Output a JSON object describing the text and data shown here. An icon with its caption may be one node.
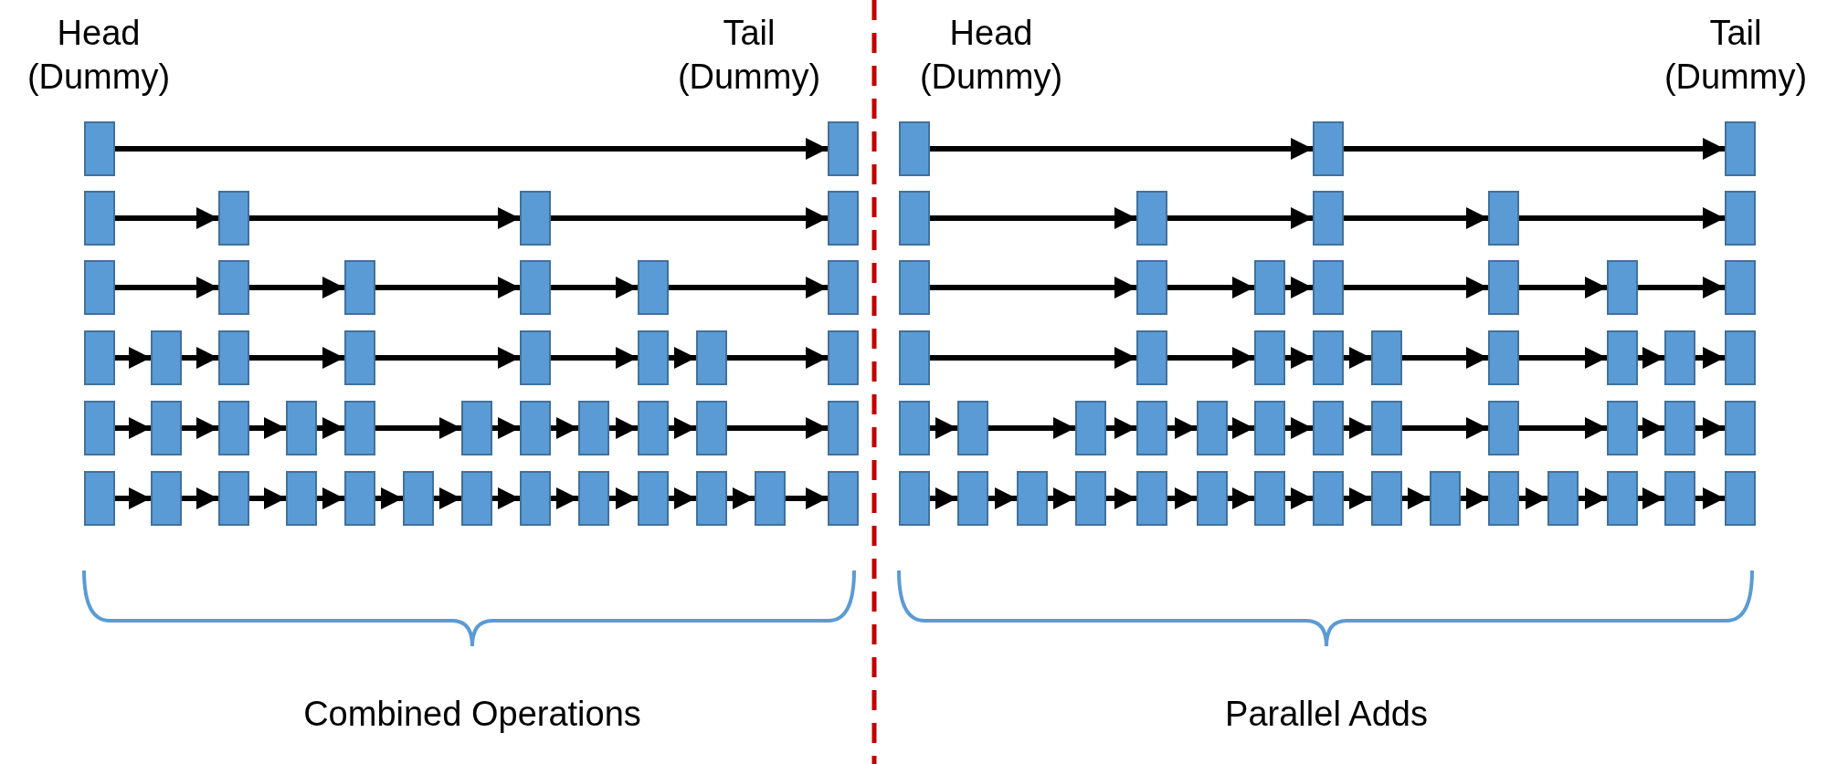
{
  "diagram": {
    "nodes": [
      {
        "text": [],
        "shape": "box"
      },
      {
        "text": [],
        "shape": "box"
      },
      {
        "text": [],
        "shape": "box"
      },
      {
        "text": [],
        "shape": "box"
      },
      {
        "text": [],
        "shape": "box"
      },
      {
        "text": [],
        "shape": "box"
      },
      {
        "text": [],
        "shape": "box"
      },
      {
        "text": [],
        "shape": "box"
      },
      {
        "text": [],
        "shape": "box"
      },
      {
        "text": [],
        "shape": "box"
      },
      {
        "text": [],
        "shape": "box"
      },
      {
        "text": [],
        "shape": "box"
      },
      {
        "text": [],
        "shape": "box"
      },
      {
        "text": [],
        "shape": "box"
      },
      {
        "text": [],
        "shape": "box"
      },
      {
        "text": [],
        "shape": "box"
      },
      {
        "text": [],
        "shape": "box"
      },
      {
        "text": [],
        "shape": "box"
      },
      {
        "text": [],
        "shape": "box"
      },
      {
        "text": [],
        "shape": "box"
      },
      {
        "text": [],
        "shape": "box"
      },
      {
        "text": [],
        "shape": "box"
      },
      {
        "text": [],
        "shape": "box"
      },
      {
        "text": [],
        "shape": "box"
      },
      {
        "text": [],
        "shape": "box"
      },
      {
        "text": [],
        "shape": "box"
      },
      {
        "text": [],
        "shape": "box"
      },
      {
        "text": [],
        "shape": "box"
      },
      {
        "text": [],
        "shape": "box"
      },
      {
        "text": [],
        "shape": "box"
      },
      {
        "text": [],
        "shape": "box"
      },
      {
        "text": [],
        "shape": "box"
      },
      {
        "text": [],
        "shape": "box"
      },
      {
        "text": [],
        "shape": "box"
      },
      {
        "text": [],
        "shape": "box"
      },
      {
        "text": [],
        "shape": "box"
      },
      {
        "text": [],
        "shape": "box"
      },
      {
        "text": [],
        "shape": "box"
      },
      {
        "text": [],
        "shape": "box"
      },
      {
        "text": [],
        "shape": "box"
      },
      {
        "text": [],
        "shape": "box"
      },
      {
        "text": [],
        "shape": "box"
      },
      {
        "text": [],
        "shape": "box"
      },
      {
        "text": [],
        "shape": "box"
      },
      {
        "text": [],
        "shape": "box"
      },
      {
        "text": [],
        "shape": "box"
      },
      {
        "text": [],
        "shape": "box"
      },
      {
        "text": [],
        "shape": "box"
      },
      {
        "text": [],
        "shape": "box"
      },
      {
        "text": [],
        "shape": "box"
      },
      {
        "text": [],
        "shape": "box"
      },
      {
        "text": [],
        "shape": "box"
      },
      {
        "text": [],
        "shape": "box"
      },
      {
        "text": [],
        "shape": "box"
      },
      {
        "text": [],
        "shape": "box"
      },
      {
        "text": [],
        "shape": "box"
      },
      {
        "text": [],
        "shape": "box"
      },
      {
        "text": [],
        "shape": "box"
      },
      {
        "text": [],
        "shape": "box"
      },
      {
        "text": [],
        "shape": "box"
      },
      {
        "text": [],
        "shape": "box"
      },
      {
        "text": [],
        "shape": "box"
      },
      {
        "text": [],
        "shape": "box"
      },
      {
        "text": [],
        "shape": "box"
      },
      {
        "text": [],
        "shape": "box"
      },
      {
        "text": [],
        "shape": "box"
      },
      {
        "text": [],
        "shape": "box"
      },
      {
        "text": [],
        "shape": "box"
      },
      {
        "text": [],
        "shape": "box"
      },
      {
        "text": [],
        "shape": "box"
      },
      {
        "text": [],
        "shape": "box"
      },
      {
        "text": [],
        "shape": "box"
      },
      {
        "text": [],
        "shape": "box"
      },
      {
        "text": [],
        "shape": "box"
      },
      {
        "text": [],
        "shape": "box"
      },
      {
        "text": [],
        "shape": "box"
      },
      {
        "text": [],
        "shape": "box"
      },
      {
        "text": [],
        "shape": "box"
      },
      {
        "text": [],
        "shape": "box"
      },
      {
        "text": [],
        "shape": "box"
      },
      {
        "text": [],
        "shape": "box"
      },
      {
        "text": [],
        "shape": "box"
      },
      {
        "text": [],
        "shape": "box"
      },
      {
        "text": [],
        "shape": "box"
      },
      {
        "text": [],
        "shape": "box"
      },
      {
        "text": [],
        "shape": "box"
      },
      {
        "text": [],
        "shape": "box"
      },
      {
        "text": [],
        "shape": "box"
      },
      {
        "text": [],
        "shape": "box"
      },
      {
        "text": [],
        "shape": "box"
      },
      {
        "text": [],
        "shape": "box"
      },
      {
        "text": [],
        "shape": "box"
      },
      {
        "text": [],
        "shape": "box"
      },
      {
        "text": [],
        "shape": "box"
      },
      {
        "text": [],
        "shape": "box"
      }
    ],
    "edges": [
      {
        "from": 0,
        "to": 1,
        "arrow": "to"
      },
      {
        "from": 2,
        "to": 3,
        "arrow": "to"
      },
      {
        "from": 3,
        "to": 4,
        "arrow": "to"
      },
      {
        "from": 4,
        "to": 5,
        "arrow": "to"
      },
      {
        "from": 6,
        "to": 7,
        "arrow": "to"
      },
      {
        "from": 7,
        "to": 8,
        "arrow": "to"
      },
      {
        "from": 8,
        "to": 9,
        "arrow": "to"
      },
      {
        "from": 9,
        "to": 10,
        "arrow": "to"
      },
      {
        "from": 10,
        "to": 11,
        "arrow": "to"
      },
      {
        "from": 12,
        "to": 13,
        "arrow": "to"
      },
      {
        "from": 13,
        "to": 14,
        "arrow": "to"
      },
      {
        "from": 14,
        "to": 15,
        "arrow": "to"
      },
      {
        "from": 15,
        "to": 16,
        "arrow": "to"
      },
      {
        "from": 16,
        "to": 17,
        "arrow": "to"
      },
      {
        "from": 17,
        "to": 18,
        "arrow": "to"
      },
      {
        "from": 18,
        "to": 19,
        "arrow": "to"
      },
      {
        "from": 20,
        "to": 21,
        "arrow": "to"
      },
      {
        "from": 21,
        "to": 22,
        "arrow": "to"
      },
      {
        "from": 22,
        "to": 23,
        "arrow": "to"
      },
      {
        "from": 23,
        "to": 24,
        "arrow": "to"
      },
      {
        "from": 24,
        "to": 25,
        "arrow": "to"
      },
      {
        "from": 25,
        "to": 26,
        "arrow": "to"
      },
      {
        "from": 26,
        "to": 27,
        "arrow": "to"
      },
      {
        "from": 27,
        "to": 28,
        "arrow": "to"
      },
      {
        "from": 28,
        "to": 29,
        "arrow": "to"
      },
      {
        "from": 29,
        "to": 30,
        "arrow": "to"
      },
      {
        "from": 31,
        "to": 32,
        "arrow": "to"
      },
      {
        "from": 32,
        "to": 33,
        "arrow": "to"
      },
      {
        "from": 33,
        "to": 34,
        "arrow": "to"
      },
      {
        "from": 34,
        "to": 35,
        "arrow": "to"
      },
      {
        "from": 35,
        "to": 36,
        "arrow": "to"
      },
      {
        "from": 36,
        "to": 37,
        "arrow": "to"
      },
      {
        "from": 37,
        "to": 38,
        "arrow": "to"
      },
      {
        "from": 38,
        "to": 39,
        "arrow": "to"
      },
      {
        "from": 39,
        "to": 40,
        "arrow": "to"
      },
      {
        "from": 40,
        "to": 41,
        "arrow": "to"
      },
      {
        "from": 41,
        "to": 42,
        "arrow": "to"
      },
      {
        "from": 42,
        "to": 43,
        "arrow": "to"
      },
      {
        "from": 44,
        "to": 45,
        "arrow": "to"
      },
      {
        "from": 45,
        "to": 46,
        "arrow": "to"
      },
      {
        "from": 47,
        "to": 48,
        "arrow": "to"
      },
      {
        "from": 48,
        "to": 49,
        "arrow": "to"
      },
      {
        "from": 49,
        "to": 50,
        "arrow": "to"
      },
      {
        "from": 50,
        "to": 51,
        "arrow": "to"
      },
      {
        "from": 52,
        "to": 53,
        "arrow": "to"
      },
      {
        "from": 53,
        "to": 54,
        "arrow": "to"
      },
      {
        "from": 54,
        "to": 55,
        "arrow": "to"
      },
      {
        "from": 55,
        "to": 56,
        "arrow": "to"
      },
      {
        "from": 56,
        "to": 57,
        "arrow": "to"
      },
      {
        "from": 57,
        "to": 58,
        "arrow": "to"
      },
      {
        "from": 59,
        "to": 60,
        "arrow": "to"
      },
      {
        "from": 60,
        "to": 61,
        "arrow": "to"
      },
      {
        "from": 61,
        "to": 62,
        "arrow": "to"
      },
      {
        "from": 62,
        "to": 63,
        "arrow": "to"
      },
      {
        "from": 63,
        "to": 64,
        "arrow": "to"
      },
      {
        "from": 64,
        "to": 65,
        "arrow": "to"
      },
      {
        "from": 65,
        "to": 66,
        "arrow": "to"
      },
      {
        "from": 66,
        "to": 67,
        "arrow": "to"
      },
      {
        "from": 68,
        "to": 69,
        "arrow": "to"
      },
      {
        "from": 69,
        "to": 70,
        "arrow": "to"
      },
      {
        "from": 70,
        "to": 71,
        "arrow": "to"
      },
      {
        "from": 71,
        "to": 72,
        "arrow": "to"
      },
      {
        "from": 72,
        "to": 73,
        "arrow": "to"
      },
      {
        "from": 73,
        "to": 74,
        "arrow": "to"
      },
      {
        "from": 74,
        "to": 75,
        "arrow": "to"
      },
      {
        "from": 75,
        "to": 76,
        "arrow": "to"
      },
      {
        "from": 76,
        "to": 77,
        "arrow": "to"
      },
      {
        "from": 77,
        "to": 78,
        "arrow": "to"
      },
      {
        "from": 78,
        "to": 79,
        "arrow": "to"
      },
      {
        "from": 80,
        "to": 81,
        "arrow": "to"
      },
      {
        "from": 81,
        "to": 82,
        "arrow": "to"
      },
      {
        "from": 82,
        "to": 83,
        "arrow": "to"
      },
      {
        "from": 83,
        "to": 84,
        "arrow": "to"
      },
      {
        "from": 84,
        "to": 85,
        "arrow": "to"
      },
      {
        "from": 85,
        "to": 86,
        "arrow": "to"
      },
      {
        "from": 86,
        "to": 87,
        "arrow": "to"
      },
      {
        "from": 87,
        "to": 88,
        "arrow": "to"
      },
      {
        "from": 88,
        "to": 89,
        "arrow": "to"
      },
      {
        "from": 89,
        "to": 90,
        "arrow": "to"
      },
      {
        "from": 90,
        "to": 91,
        "arrow": "to"
      },
      {
        "from": 91,
        "to": 92,
        "arrow": "to"
      },
      {
        "from": 92,
        "to": 93,
        "arrow": "to"
      },
      {
        "from": 93,
        "to": 94,
        "arrow": "to"
      }
    ],
    "labels": [
      "Head (Dummy)",
      "Tail (Dummy)",
      "Head (Dummy)",
      "Tail (Dummy)",
      "Combined Operations",
      "Parallel Adds"
    ]
  }
}
